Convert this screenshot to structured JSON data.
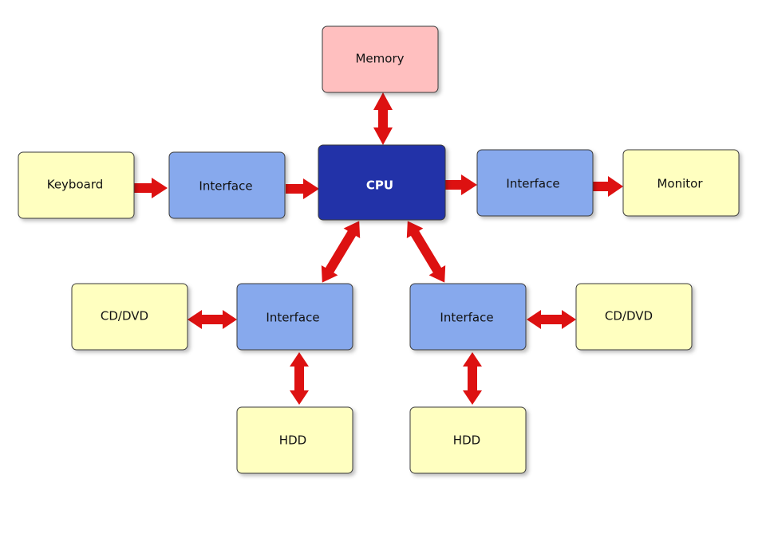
{
  "colors": {
    "memory_fill": "#ffbfbf",
    "peripheral_fill": "#ffffc0",
    "interface_fill": "#87a9ed",
    "cpu_fill": "#2133a8",
    "arrow_fill": "#dd1111",
    "box_stroke": "#3a3a3a"
  },
  "nodes": {
    "memory": "Memory",
    "cpu": "CPU",
    "keyboard": "Keyboard",
    "interface_left": "Interface",
    "interface_right": "Interface",
    "monitor": "Monitor",
    "cd_dvd_left": "CD/DVD",
    "interface_bottom_left": "Interface",
    "interface_bottom_right": "Interface",
    "cd_dvd_right": "CD/DVD",
    "hdd_left": "HDD",
    "hdd_right": "HDD"
  }
}
